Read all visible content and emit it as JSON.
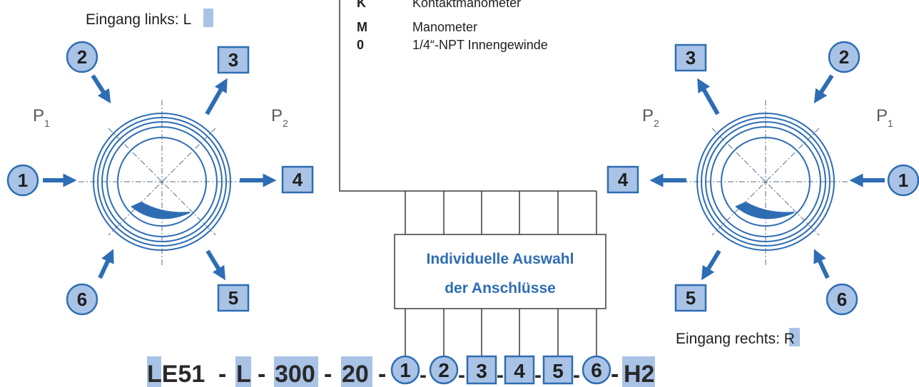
{
  "labels": {
    "left_input_prefix": "Eingang links: ",
    "left_input_code": "L",
    "right_input_prefix": "Eingang rechts: ",
    "right_input_code": "R",
    "p1": "P",
    "p1_sub": "1",
    "p2": "P",
    "p2_sub": "2"
  },
  "legend": [
    {
      "code": "K",
      "text": "Kontaktmanometer"
    },
    {
      "code": "M",
      "text": "Manometer"
    },
    {
      "code": "0",
      "text": "1/4“-NPT Innengewinde"
    }
  ],
  "selection_box": {
    "line1": "Individuelle Auswahl",
    "line2": "der Anschlüsse"
  },
  "ports": {
    "p1": "1",
    "p2": "2",
    "p3": "3",
    "p4": "4",
    "p5": "5",
    "p6": "6"
  },
  "code": {
    "part1_first": "L",
    "part1_rest": "E51",
    "sep": "-",
    "part2": "L",
    "part3": "300",
    "part4": "20",
    "part5": "H2"
  },
  "colors": {
    "blue": "#2e6db4",
    "highlight": "#a9c3e6",
    "dark": "#1f1f1f",
    "line": "#3a3a3a"
  }
}
